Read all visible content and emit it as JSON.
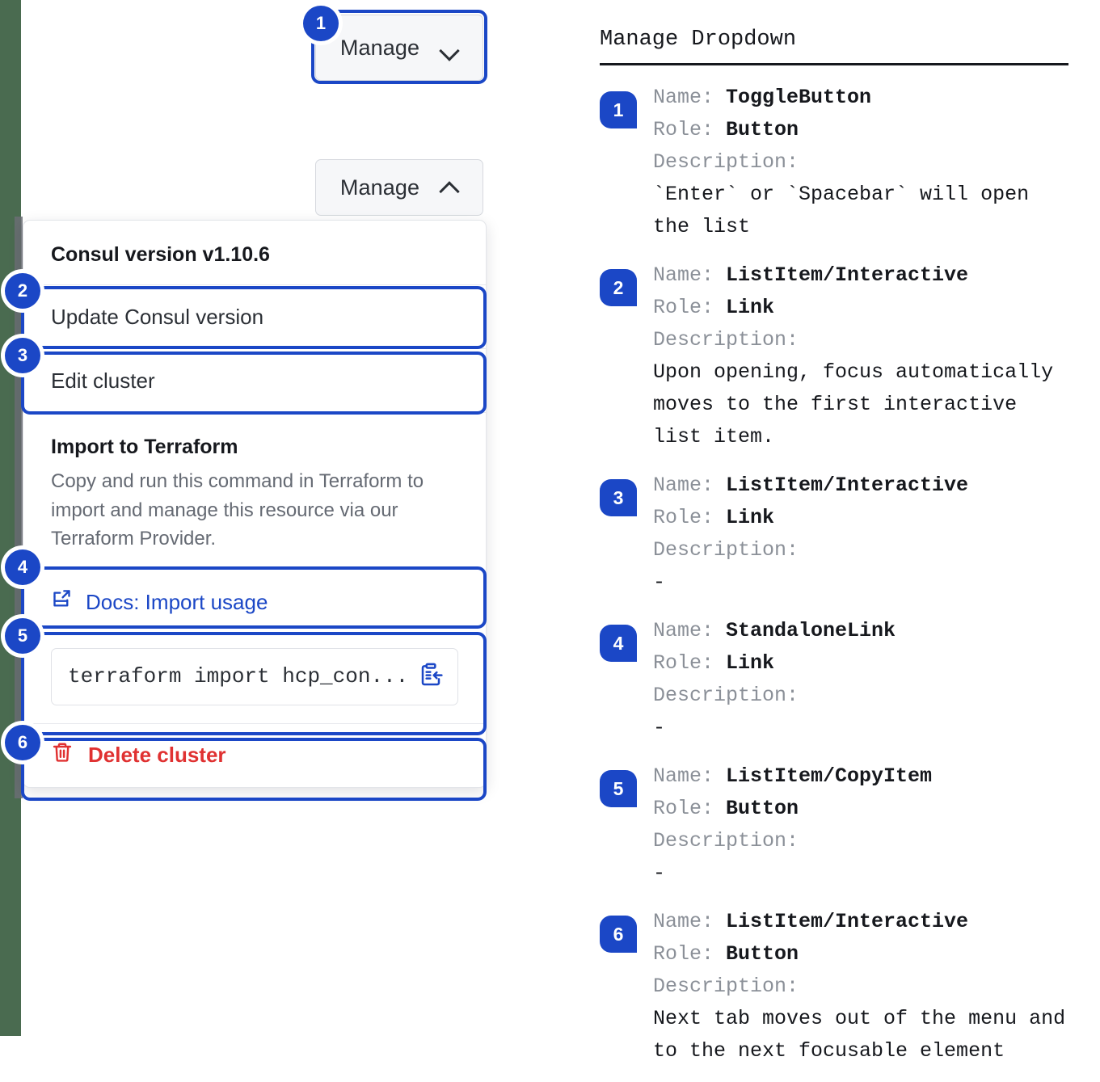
{
  "colors": {
    "accent_blue": "#1b47c6",
    "danger_red": "#e03131",
    "rail_green": "#4a6b50",
    "text_dark": "#16181d",
    "text_muted": "#656a73"
  },
  "left": {
    "manage_button_top": {
      "label": "Manage",
      "chevron": "chevron-down-icon"
    },
    "manage_button_open": {
      "label": "Manage",
      "chevron": "chevron-up-icon"
    },
    "dropdown": {
      "version_header": "Consul version v1.10.6",
      "items": [
        {
          "label": "Update Consul version"
        },
        {
          "label": "Edit cluster"
        }
      ],
      "terraform": {
        "title": "Import to Terraform",
        "body": "Copy and run this command in Terraform to import and manage this resource via our Terraform Provider.",
        "docs_link": "Docs: Import usage",
        "docs_icon": "external-link-icon",
        "command": "terraform import hcp_con...",
        "copy_icon": "copy-to-clipboard-icon"
      },
      "delete": {
        "label": "Delete cluster",
        "icon": "trash-icon"
      }
    },
    "badges": [
      "1",
      "2",
      "3",
      "4",
      "5",
      "6"
    ]
  },
  "right": {
    "title": "Manage Dropdown",
    "labels": {
      "name": "Name:",
      "role": "Role:",
      "description": "Description:"
    },
    "items": [
      {
        "badge": "1",
        "name": "ToggleButton",
        "role": "Button",
        "description": "`Enter` or `Spacebar` will open\nthe list"
      },
      {
        "badge": "2",
        "name": "ListItem/Interactive",
        "role": "Link",
        "description": "Upon opening, focus automatically\nmoves to the first interactive\nlist item."
      },
      {
        "badge": "3",
        "name": "ListItem/Interactive",
        "role": "Link",
        "description": "-"
      },
      {
        "badge": "4",
        "name": "StandaloneLink",
        "role": "Link",
        "description": "-"
      },
      {
        "badge": "5",
        "name": "ListItem/CopyItem",
        "role": "Button",
        "description": "-"
      },
      {
        "badge": "6",
        "name": "ListItem/Interactive",
        "role": "Button",
        "description": "Next tab moves out of the menu and\nto the next focusable element"
      }
    ]
  }
}
